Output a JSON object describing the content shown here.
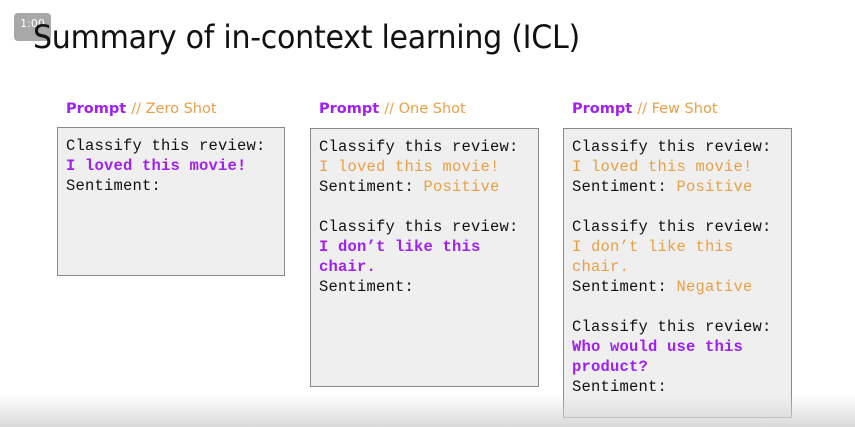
{
  "timestamp": "1:00",
  "title": "Summary of in-context learning (ICL)",
  "columns": [
    {
      "prompt_word": "Prompt",
      "shot_label": "// Zero Shot",
      "lines": [
        {
          "text": "Classify this review:",
          "style": "plain"
        },
        {
          "text": "I loved this movie!",
          "style": "purple"
        },
        {
          "text": "Sentiment:",
          "style": "plain"
        }
      ]
    },
    {
      "prompt_word": "Prompt",
      "shot_label": "// One Shot",
      "lines": [
        {
          "text": "Classify this review:",
          "style": "plain"
        },
        {
          "text": "I loved this movie!",
          "style": "orange"
        },
        {
          "prefix": "Sentiment: ",
          "text": "Positive",
          "style": "orange-tail"
        },
        {
          "gap": true
        },
        {
          "text": "Classify this review:",
          "style": "plain"
        },
        {
          "text": "I don’t like this",
          "style": "purple"
        },
        {
          "text": "chair.",
          "style": "purple"
        },
        {
          "text": "Sentiment:",
          "style": "plain"
        }
      ]
    },
    {
      "prompt_word": "Prompt",
      "shot_label": "// Few Shot",
      "lines": [
        {
          "text": "Classify this review:",
          "style": "plain"
        },
        {
          "text": "I loved this movie!",
          "style": "orange"
        },
        {
          "prefix": "Sentiment: ",
          "text": "Positive",
          "style": "orange-tail"
        },
        {
          "gap": true
        },
        {
          "text": "Classify this review:",
          "style": "plain"
        },
        {
          "text": "I don’t like this",
          "style": "orange"
        },
        {
          "text": "chair.",
          "style": "orange"
        },
        {
          "prefix": "Sentiment: ",
          "text": "Negative",
          "style": "orange-tail"
        },
        {
          "gap": true
        },
        {
          "text": "Classify this review:",
          "style": "plain"
        },
        {
          "text": "Who would use this",
          "style": "purple"
        },
        {
          "text": "product?",
          "style": "purple"
        },
        {
          "text": "Sentiment:",
          "style": "plain"
        }
      ]
    }
  ],
  "colors": {
    "prompt_purple": "#a020f0",
    "shot_orange": "#e8a047",
    "box_bg": "#efefef"
  }
}
